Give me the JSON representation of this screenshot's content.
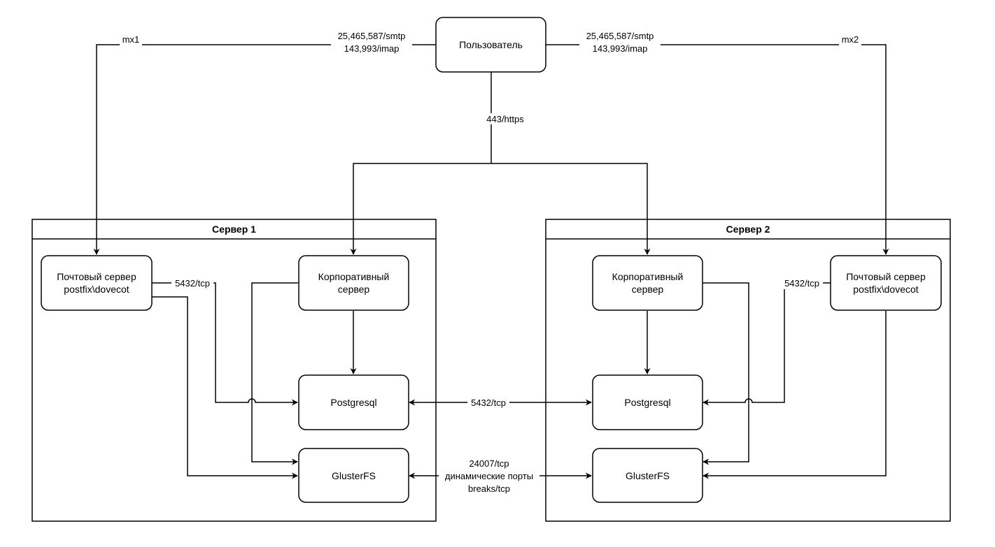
{
  "user": {
    "label": "Пользователь"
  },
  "servers": [
    {
      "title": "Сервер 1"
    },
    {
      "title": "Сервер 2"
    }
  ],
  "nodes": {
    "mail": [
      "Почтовый сервер",
      "postfix\\dovecot"
    ],
    "corp": [
      "Корпоративный",
      "сервер"
    ],
    "postgres": "Postgresql",
    "gluster": "GlusterFS"
  },
  "edge_labels": {
    "mx1": "mx1",
    "mx2": "mx2",
    "smtp_imap_left": [
      "25,465,587/smtp",
      "143,993/imap"
    ],
    "smtp_imap_right": [
      "25,465,587/smtp",
      "143,993/imap"
    ],
    "https": "443/https",
    "pg_local_left": "5432/tcp",
    "pg_local_right": "5432/tcp",
    "pg_replication": "5432/tcp",
    "gluster_link": [
      "24007/tcp",
      "динамические порты",
      "breaks/tcp"
    ]
  }
}
